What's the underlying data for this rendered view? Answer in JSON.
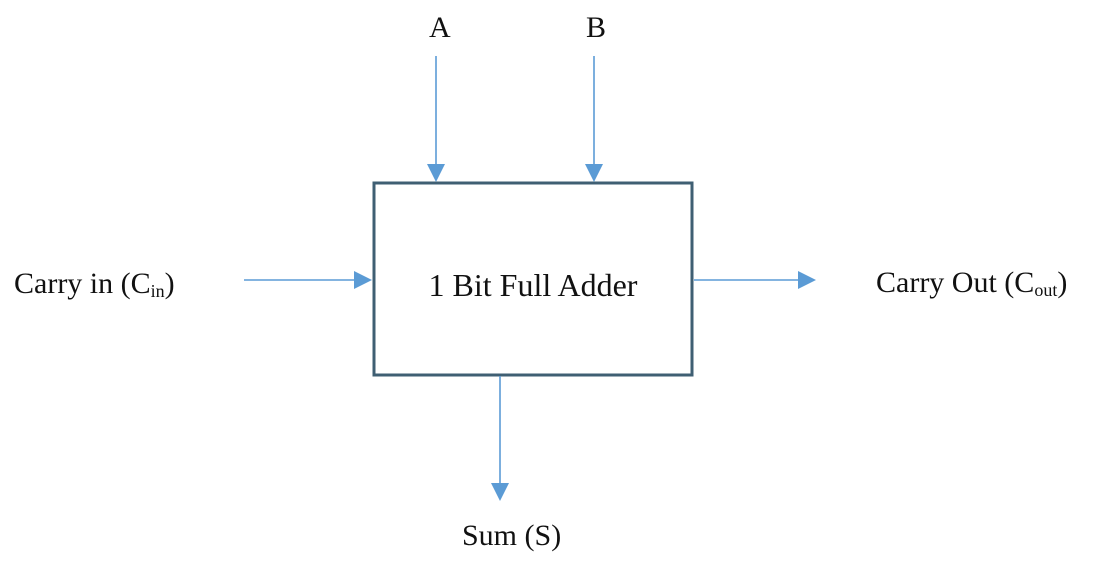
{
  "block": {
    "title": "1 Bit Full Adder"
  },
  "inputs": {
    "a": "A",
    "b": "B",
    "carry_in": {
      "prefix": "Carry in (C",
      "subscript": "in",
      "suffix": ")"
    }
  },
  "outputs": {
    "carry_out": {
      "prefix": "Carry Out (C",
      "subscript": "out",
      "suffix": ")"
    },
    "sum": "Sum (S)"
  },
  "colors": {
    "arrow": "#5b9bd5",
    "box_border": "#3f5f73",
    "text": "#111111"
  }
}
